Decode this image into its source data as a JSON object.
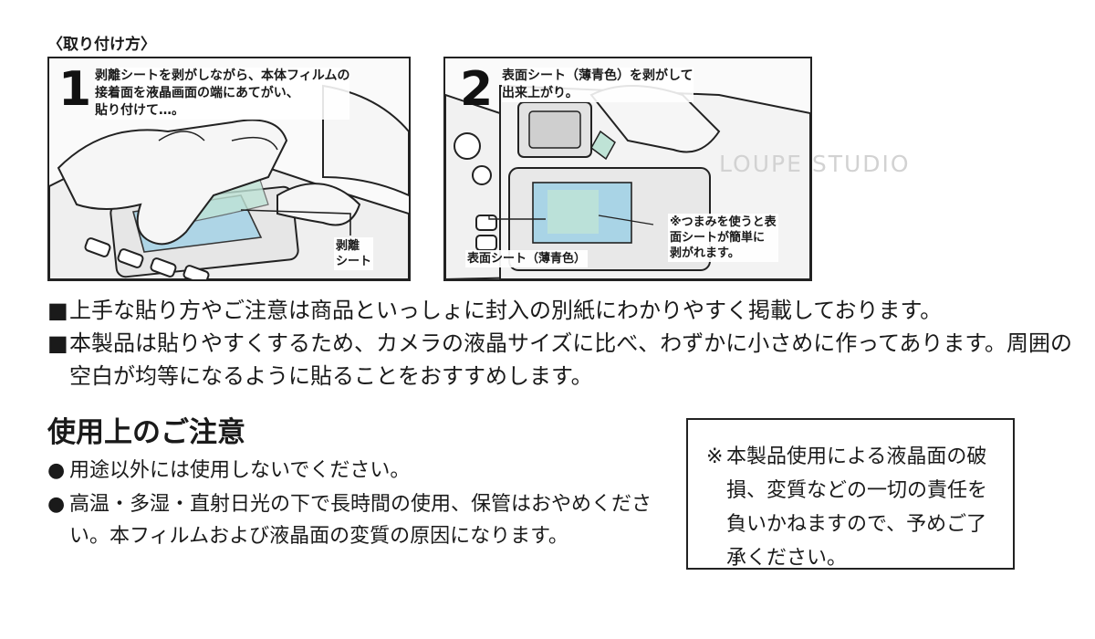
{
  "section_title": "〈取り付け方〉",
  "steps": [
    {
      "number": "1",
      "text": "剥離シートを剥がしながら、本体フィルムの\n接着面を液晶画面の端にあてがい、\n貼り付けて…。",
      "callout": "剥離\nシート"
    },
    {
      "number": "2",
      "text": "表面シート（薄青色）を剥がして\n出来上がり。",
      "callout_label": "表面シート（薄青色）",
      "tip": "※つまみを使うと表\n面シートが簡単に\n剥がれます。"
    }
  ],
  "watermark": "LOUPE STUDIO",
  "bullets": [
    {
      "mark": "■",
      "text": "上手な貼り方やご注意は商品といっしょに封入の別紙にわかりやすく掲載しております。"
    },
    {
      "mark": "■",
      "text": "本製品は貼りやすくするため、カメラの液晶サイズに比べ、わずかに小さめに作ってあります。周囲の空白が均等になるように貼ることをおすすめします。"
    }
  ],
  "notes_heading": "使用上のご注意",
  "notes": [
    {
      "mark": "●",
      "text": "用途以外には使用しないでください。"
    },
    {
      "mark": "●",
      "text": "高温・多湿・直射日光の下で長時間の使用、保管はおやめください。本フィルムおよび液晶面の変質の原因になります。"
    }
  ],
  "disclaimer": {
    "mark": "※",
    "text": "本製品使用による液晶面の破損、変質などの一切の責任を負いかねますので、予めご了承ください。"
  },
  "colors": {
    "film_blue": "#a9d4e6",
    "film_green": "#bfe3d6",
    "line": "#222222"
  }
}
